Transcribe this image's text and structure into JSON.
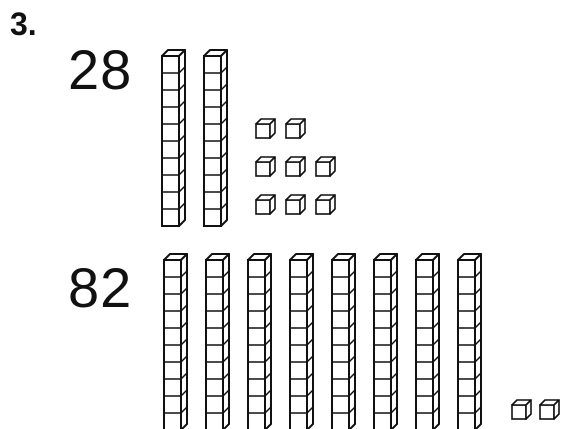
{
  "problem": {
    "label": "3."
  },
  "rows": [
    {
      "number": "28",
      "tens": 2,
      "ones": 8
    },
    {
      "number": "82",
      "tens": 8,
      "ones": 2
    }
  ],
  "colors": {
    "ink": "#111111",
    "cube_top": "#ffffff",
    "cube_side": "#ffffff"
  }
}
